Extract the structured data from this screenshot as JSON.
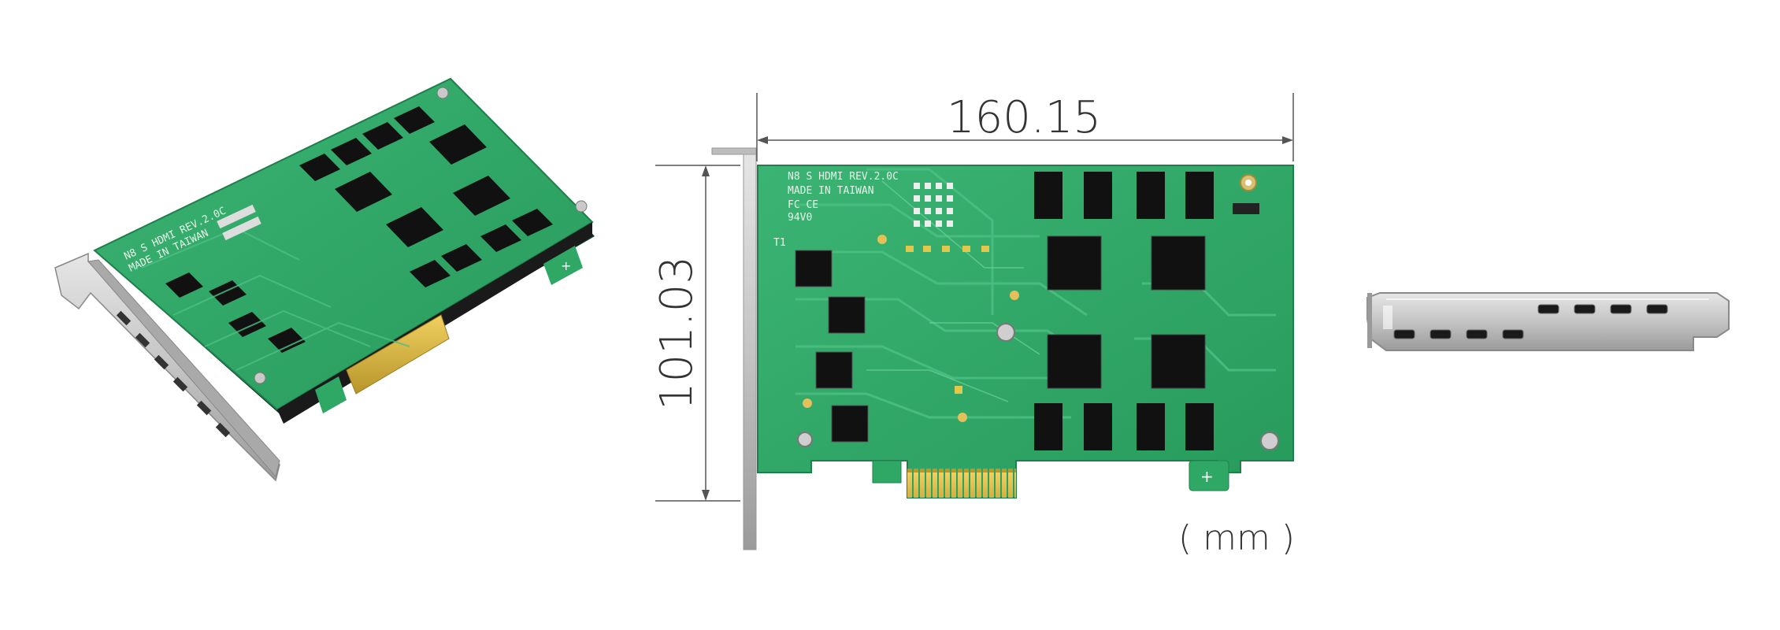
{
  "dimensions": {
    "width": "160.15",
    "height": "101.03",
    "unit": "( mm )"
  },
  "silkscreen": {
    "line1": "N8 S HDMI REV.2.0C",
    "line2": "MADE IN TAIWAN",
    "marks": "FC CE",
    "ul": "94V0",
    "ref": "T1"
  },
  "colors": {
    "pcb": "#2fa866",
    "pcb_dark": "#1e7f4a",
    "chip": "#111111",
    "gold": "#d6b43a",
    "bracket": "#c9c9c9",
    "dimension": "#555555"
  },
  "bracket_ports": {
    "top_row": 4,
    "bottom_row": 4
  }
}
